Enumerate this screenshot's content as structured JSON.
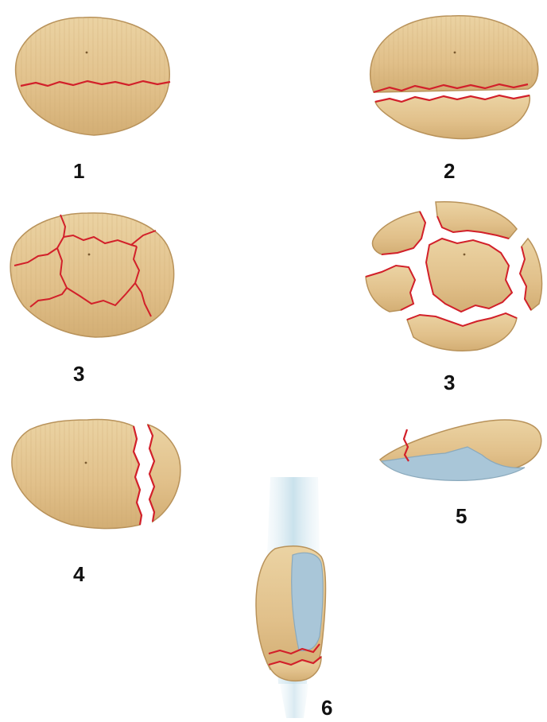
{
  "labels": {
    "transverse_fracture": "1",
    "displaced_transverse_fracture": "2",
    "comminuted_fracture": "3",
    "displaced_comminuted_fracture": "3",
    "vertical_fracture": "4",
    "osteochondral_fracture": "5",
    "avulsion_fracture": "6"
  },
  "colors": {
    "bone_fill": "#E3C48E",
    "bone_outline": "#B8925A",
    "fracture_line": "#D2202A",
    "cartilage": "#A9C6D8",
    "tendon": "#B9D8E6",
    "label_text": "#111111"
  },
  "panel_count": 7
}
